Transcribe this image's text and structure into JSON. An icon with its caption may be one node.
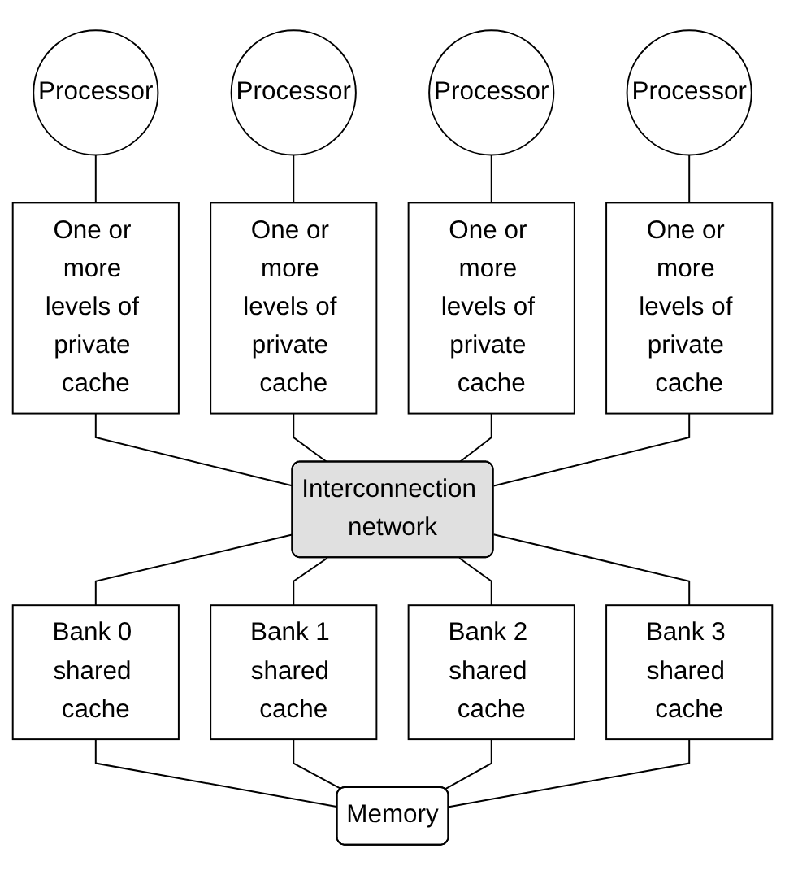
{
  "diagram": {
    "nodes": [
      {
        "text": [
          "Processor"
        ]
      },
      {
        "text": [
          "Processor"
        ]
      },
      {
        "text": [
          "Processor"
        ]
      },
      {
        "text": [
          "Processor"
        ]
      },
      {
        "text": [
          "One or more levels of private cache"
        ]
      },
      {
        "text": [
          "One or more levels of private cache"
        ]
      },
      {
        "text": [
          "One or more levels of private cache"
        ]
      },
      {
        "text": [
          "One or more levels of private cache"
        ]
      },
      {
        "text": [
          "Interconnection network"
        ]
      },
      {
        "text": [
          "Bank 0 shared cache"
        ]
      },
      {
        "text": [
          "Bank 1 shared cache"
        ]
      },
      {
        "text": [
          "Bank 2 shared cache"
        ]
      },
      {
        "text": [
          "Bank 3 shared cache"
        ]
      },
      {
        "text": [
          "Memory"
        ]
      }
    ],
    "edges": [
      {
        "from": 0,
        "to": 4,
        "arrow": "none"
      },
      {
        "from": 1,
        "to": 5,
        "arrow": "none"
      },
      {
        "from": 2,
        "to": 6,
        "arrow": "none"
      },
      {
        "from": 3,
        "to": 7,
        "arrow": "none"
      },
      {
        "from": 4,
        "to": 8,
        "arrow": "none"
      },
      {
        "from": 5,
        "to": 8,
        "arrow": "none"
      },
      {
        "from": 6,
        "to": 8,
        "arrow": "none"
      },
      {
        "from": 7,
        "to": 8,
        "arrow": "none"
      },
      {
        "from": 8,
        "to": 9,
        "arrow": "none"
      },
      {
        "from": 8,
        "to": 10,
        "arrow": "none"
      },
      {
        "from": 8,
        "to": 11,
        "arrow": "none"
      },
      {
        "from": 8,
        "to": 12,
        "arrow": "none"
      },
      {
        "from": 9,
        "to": 13,
        "arrow": "none"
      },
      {
        "from": 10,
        "to": 13,
        "arrow": "none"
      },
      {
        "from": 11,
        "to": 13,
        "arrow": "none"
      },
      {
        "from": 12,
        "to": 13,
        "arrow": "none"
      }
    ]
  }
}
